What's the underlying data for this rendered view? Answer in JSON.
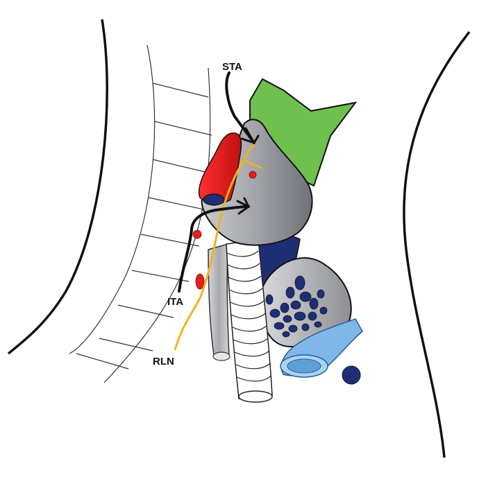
{
  "labels": {
    "sta": "STA",
    "ita": "ITA",
    "rln": "RLN"
  },
  "colors": {
    "outline": "#111111",
    "artery": "#111111",
    "nerve": "#f2b21c",
    "gland": "#9ea0a6",
    "green_lobe": "#6fc04f",
    "red_structure": "#e02020",
    "dark_blue": "#1f2f73",
    "light_blue": "#7fb8e8",
    "trachea_fill": "#ffffff"
  }
}
